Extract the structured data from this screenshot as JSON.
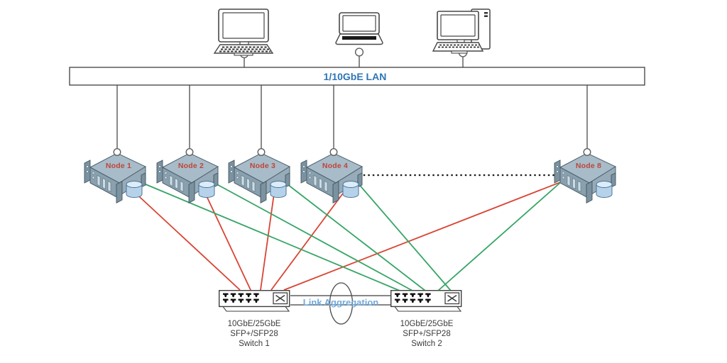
{
  "lan": {
    "label": "1/10GbE LAN"
  },
  "clients": [
    {
      "icon": "desktop-computer-icon"
    },
    {
      "icon": "laptop-icon"
    },
    {
      "icon": "desktop-tower-computer-icon"
    }
  ],
  "nodes": [
    {
      "label": "Node 1"
    },
    {
      "label": "Node 2"
    },
    {
      "label": "Node 3"
    },
    {
      "label": "Node 4"
    },
    {
      "label": "Node 8"
    }
  ],
  "link_aggregation": {
    "label": "Link Aggregation"
  },
  "switches": [
    {
      "line1": "10GbE/25GbE",
      "line2": "SFP+/SFP28",
      "line3": "Switch 1"
    },
    {
      "line1": "10GbE/25GbE",
      "line2": "SFP+/SFP28",
      "line3": "Switch 2"
    }
  ],
  "colors": {
    "red_link": "#d94434",
    "green_link": "#36a566",
    "lan_label": "#2e75b6",
    "link_agg_label": "#72aadd",
    "node_label": "#bf4538"
  }
}
